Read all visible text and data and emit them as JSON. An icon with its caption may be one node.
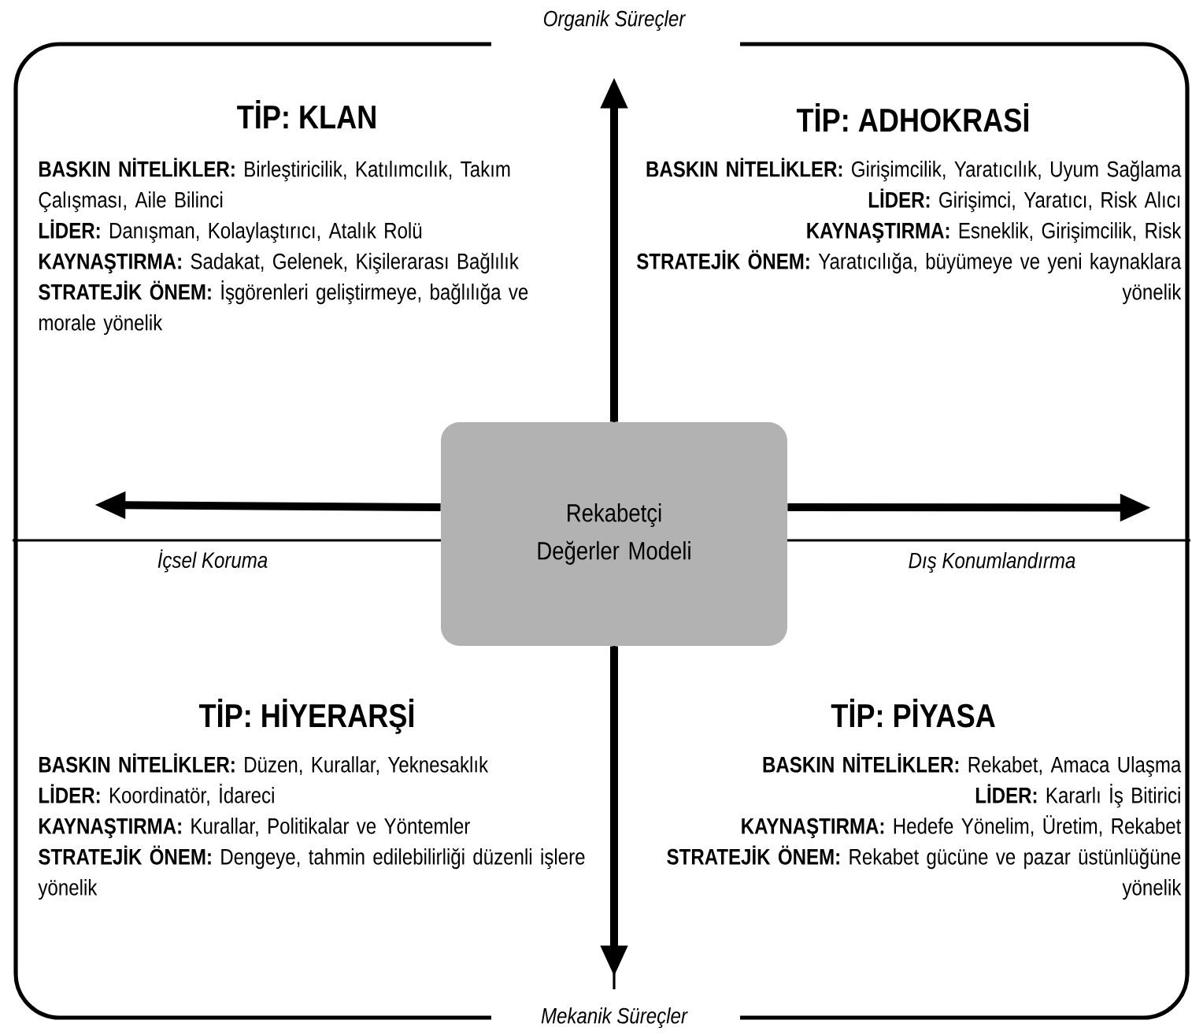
{
  "diagram": {
    "nodes": [
      {
        "text": [
          "Rekabetçi Değerler Modeli"
        ]
      },
      {
        "text": [
          "Organik Süreçler"
        ]
      },
      {
        "text": [
          "İçsel Koruma"
        ]
      },
      {
        "text": [
          "Dış Konumlandırma"
        ]
      },
      {
        "text": [
          "Mekanik Süreçler"
        ]
      }
    ],
    "edges": [
      {
        "from": 0,
        "to": 1,
        "arrow": "to"
      },
      {
        "from": 0,
        "to": 2,
        "arrow": "to"
      },
      {
        "from": 0,
        "to": 3,
        "arrow": "to"
      },
      {
        "from": 0,
        "to": 4,
        "arrow": "to"
      }
    ],
    "labels": [
      "TİP: KLAN",
      "**BASKIN NİTELİKLER:** Birleştiricilik, Katılımcılık, Takım Çalışması, Aile Bilinci",
      "**LİDER:** Danışman, Kolaylaştırıcı, Atalık Rolü",
      "**KAYNAŞTIRMA:** Sadakat, Gelenek, Kişilerarası Bağlılık",
      "**STRATEJİK ÖNEM:** İşgörenleri geliştirmeye, bağlılığa ve morale yönelik",
      "TİP: ADHOKRASİ",
      "**BASKIN NİTELİKLER:** Girişimcilik, Yaratıcılık, Uyum Sağlama",
      "**LİDER:** Girişimci, Yaratıcı, Risk Alıcı",
      "**KAYNAŞTIRMA:** Esneklik, Girişimcilik, Risk",
      "**STRATEJİK ÖNEM:** Yaratıcılığa, büyümeye ve yeni kaynaklara yönelik",
      "TİP: HİYERARŞİ",
      "**BASKIN NİTELİKLER:** Düzen, Kurallar, Yeknesaklık",
      "**LİDER:** Koordinatör, İdareci",
      "**KAYNAŞTIRMA:** Kurallar, Politikalar ve Yöntemler",
      "**STRATEJİK ÖNEM:** Dengeye, tahmin edilebilirliği düzenli işlere yönelik",
      "TİP: PİYASA",
      "**BASKIN NİTELİKLER:** Rekabet, Amaca Ulaşma",
      "**LİDER:** Kararlı İş Bitirici",
      "**KAYNAŞTIRMA:** Hedefe Yönelim, Üretim, Rekabet",
      "**STRATEJİK ÖNEM:** Rekabet gücüne ve pazar üstünlüğüne yönelik"
    ]
  }
}
